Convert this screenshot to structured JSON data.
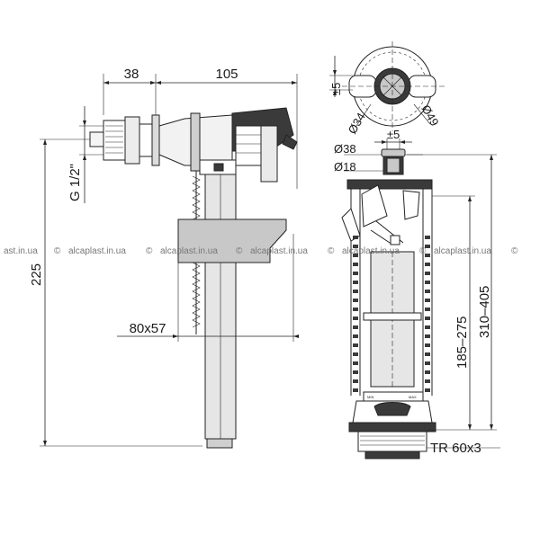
{
  "fill_valve": {
    "dim_top_left": "38",
    "dim_top_right": "105",
    "dim_thread": "G 1/2\"",
    "dim_height": "225",
    "dim_float": "80x57"
  },
  "flush_valve": {
    "dim_offset_top": "±5",
    "dim_d34": "Ø34",
    "dim_d49": "Ø49",
    "dim_offset_btn": "±5",
    "dim_d38": "Ø38",
    "dim_d18": "Ø18",
    "dim_height_range_a": "185–275",
    "dim_height_range_b": "310–405",
    "dim_thread": "TR 60x3",
    "scale_min": "MIN",
    "scale_max": "MAX"
  },
  "watermark": {
    "text": "alcaplast.in.ua",
    "symbol": "©",
    "fragment_left": "ast.in.ua"
  },
  "colors": {
    "line": "#222222",
    "float": "#c8c8c8",
    "dark_part": "#3a3a3a",
    "tube": "#e6e6e6",
    "watermark": "#777777"
  }
}
